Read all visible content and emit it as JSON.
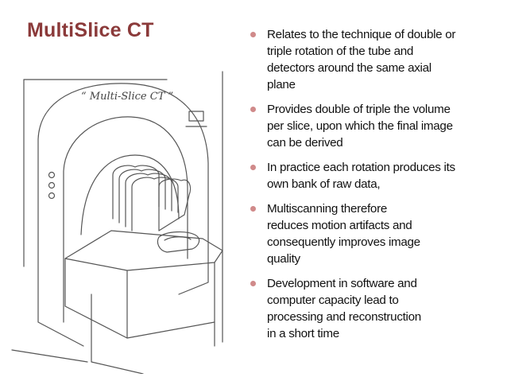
{
  "title": "MultiSlice CT",
  "illustration": {
    "caption": "“ Multi-Slice CT ”",
    "subject": "ct-scanner-with-bread-loaf-sketch"
  },
  "colors": {
    "title": "#8b3a3a",
    "bullet_dot": "#d08a8a"
  },
  "bullets": [
    {
      "lines": [
        "Relates to the technique of double or",
        "triple rotation of the  tube and",
        "detectors around the same axial",
        "plane"
      ]
    },
    {
      "lines": [
        "Provides double of triple the volume",
        "per slice, upon which  the final image",
        "can be  derived"
      ]
    },
    {
      "lines": [
        "In practice each rotation produces its",
        "own bank of raw data,"
      ]
    },
    {
      "lines": [
        "Multiscanning therefore",
        "reduces motion artifacts and",
        "consequently improves image",
        "quality"
      ]
    },
    {
      "lines": [
        "Development in software and",
        "computer capacity lead to",
        "processing and  reconstruction",
        "in a short time"
      ]
    }
  ]
}
